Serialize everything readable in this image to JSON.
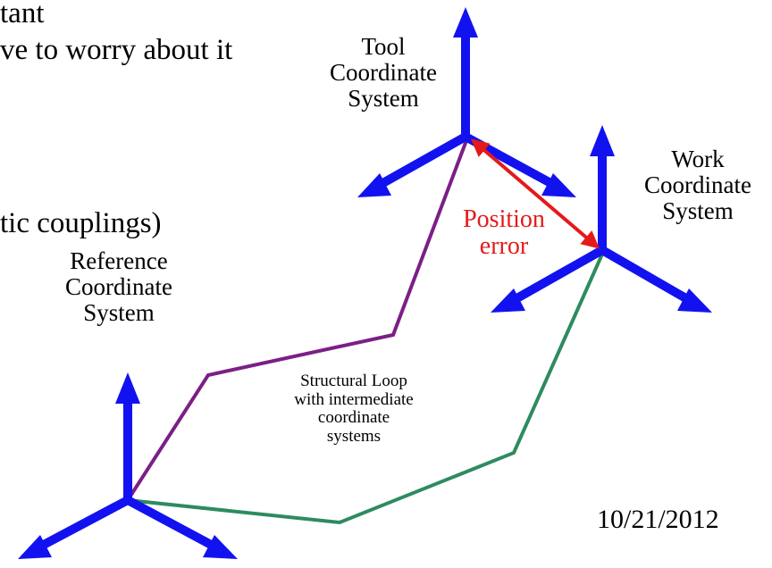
{
  "clipped_text": {
    "line1": "tant",
    "line2": "ve to worry about it",
    "line3": "tic couplings)"
  },
  "labels": {
    "tool": [
      "Tool",
      "Coordinate",
      "System"
    ],
    "work": [
      "Work",
      "Coordinate",
      "System"
    ],
    "reference": [
      "Reference",
      "Coordinate",
      "System"
    ],
    "loop": [
      "Structural Loop",
      "with intermediate",
      "coordinate",
      "systems"
    ],
    "error": [
      "Position",
      "error"
    ]
  },
  "date": "10/21/2012",
  "colors": {
    "axis": "#1212f0",
    "tool_loop": "#7b1f86",
    "work_loop": "#2e8b5f",
    "error": "#e41a1a"
  }
}
